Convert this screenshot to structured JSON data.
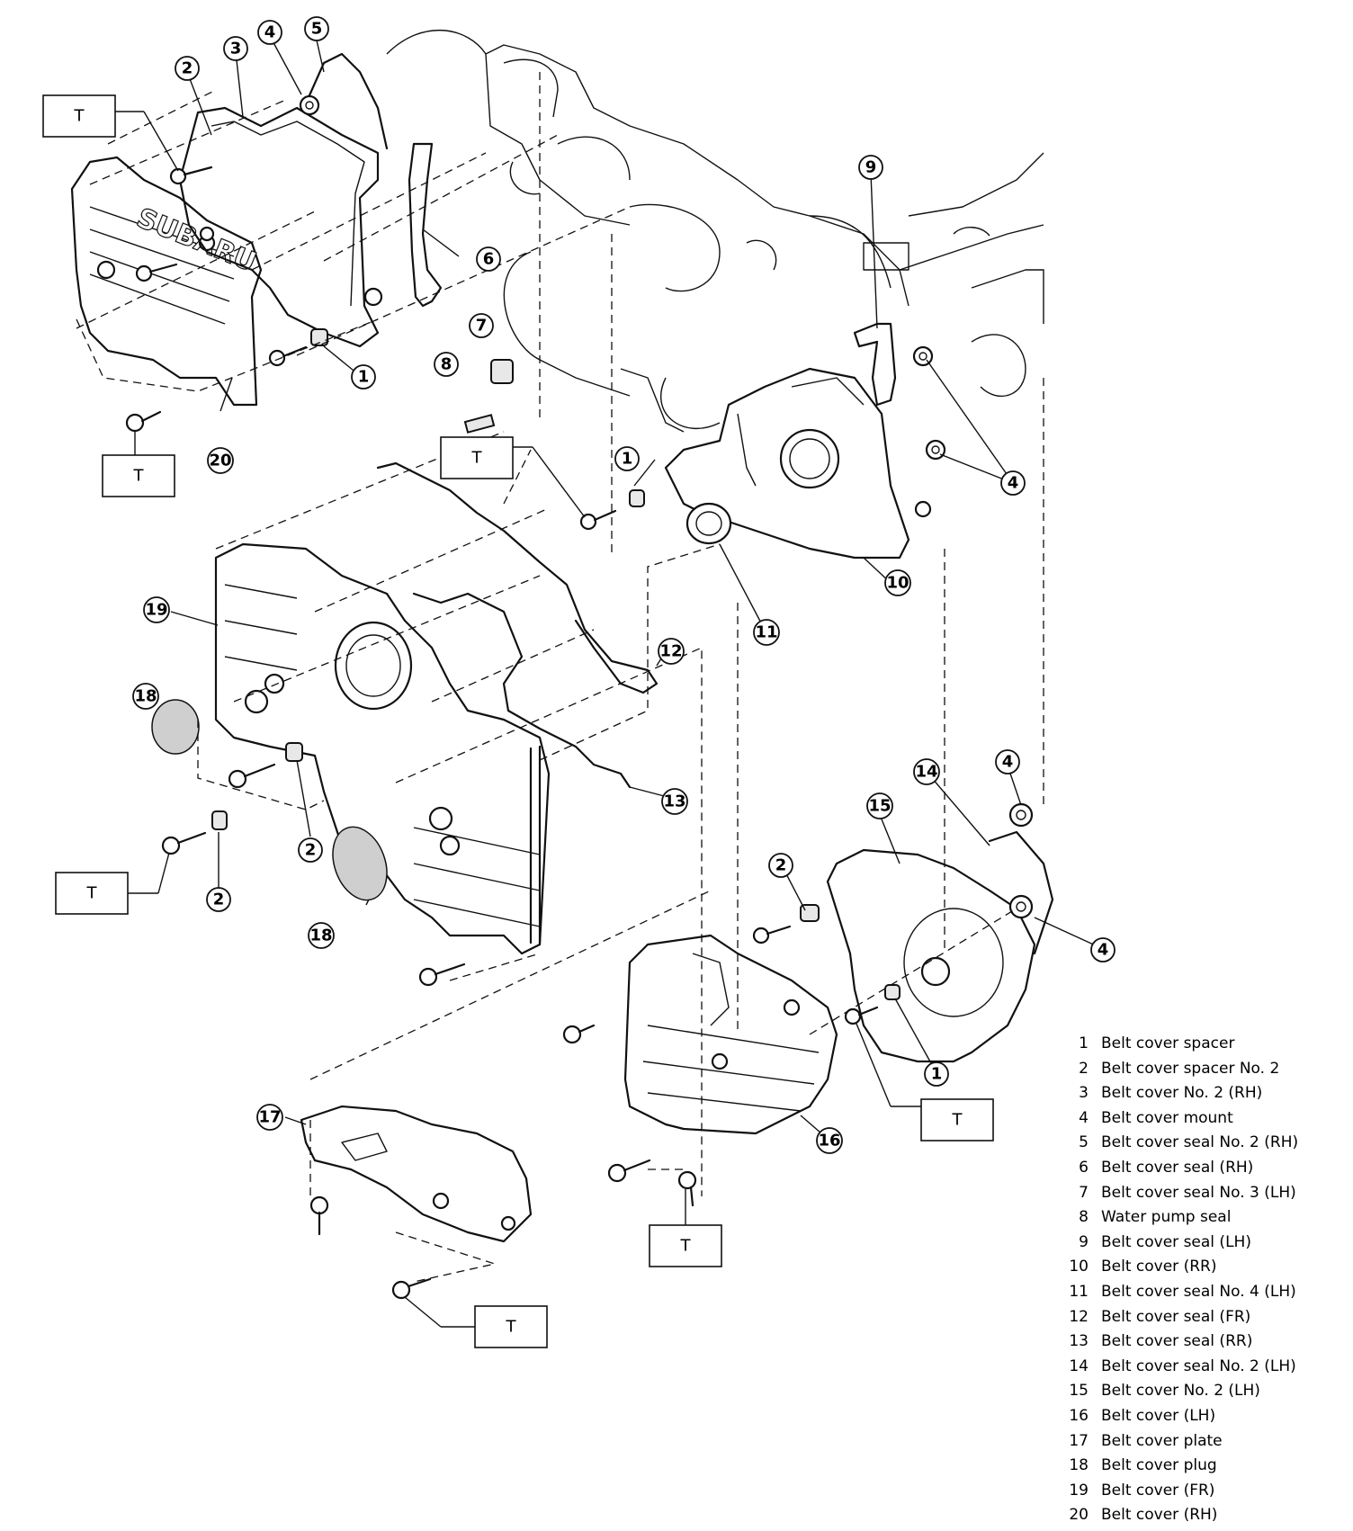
{
  "diagram": {
    "brand_lettering": "SUBARU",
    "torque_marker": "T",
    "legend": [
      {
        "number": "1",
        "text": "Belt cover spacer"
      },
      {
        "number": "2",
        "text": "Belt cover spacer No. 2"
      },
      {
        "number": "3",
        "text": "Belt cover No. 2 (RH)"
      },
      {
        "number": "4",
        "text": "Belt cover mount"
      },
      {
        "number": "5",
        "text": "Belt cover seal No. 2 (RH)"
      },
      {
        "number": "6",
        "text": "Belt cover seal (RH)"
      },
      {
        "number": "7",
        "text": "Belt cover seal No. 3 (LH)"
      },
      {
        "number": "8",
        "text": "Water pump seal"
      },
      {
        "number": "9",
        "text": "Belt cover seal (LH)"
      },
      {
        "number": "10",
        "text": "Belt cover (RR)"
      },
      {
        "number": "11",
        "text": "Belt cover seal No. 4 (LH)"
      },
      {
        "number": "12",
        "text": "Belt cover seal (FR)"
      },
      {
        "number": "13",
        "text": "Belt cover seal (RR)"
      },
      {
        "number": "14",
        "text": "Belt cover seal No. 2 (LH)"
      },
      {
        "number": "15",
        "text": "Belt cover No. 2 (LH)"
      },
      {
        "number": "16",
        "text": "Belt cover (LH)"
      },
      {
        "number": "17",
        "text": "Belt cover plate"
      },
      {
        "number": "18",
        "text": "Belt cover plug"
      },
      {
        "number": "19",
        "text": "Belt cover (FR)"
      },
      {
        "number": "20",
        "text": "Belt cover (RH)"
      }
    ]
  }
}
